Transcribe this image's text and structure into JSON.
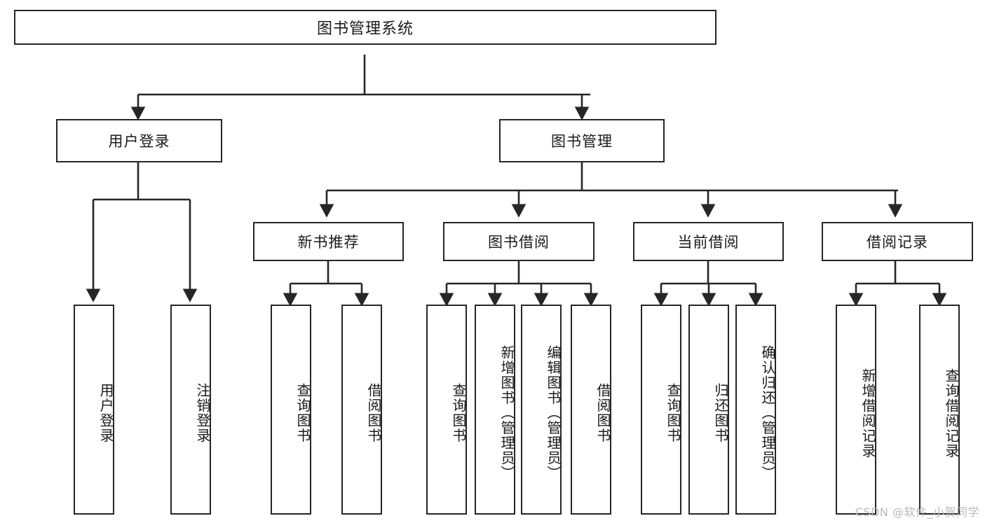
{
  "diagram": {
    "kind": "tree-hierarchy-chart",
    "title": "图书管理系统",
    "watermark": "CSDN @软件_小贺同学",
    "line_color": "#262626",
    "text_color": "#1a1a1a",
    "background": "#ffffff",
    "levels": [
      {
        "level": 1,
        "labels": [
          "图书管理系统"
        ]
      },
      {
        "level": 2,
        "labels": [
          "用户登录",
          "图书管理"
        ]
      },
      {
        "level": 3,
        "labels": [
          "新书推荐",
          "图书借阅",
          "当前借阅",
          "借阅记录"
        ]
      },
      {
        "level": 4,
        "labels": [
          "用户登录",
          "注销登录",
          "查询图书",
          "借阅图书",
          "查询图书",
          "新增图书（管理员）",
          "编辑图书（管理员）",
          "借阅图书",
          "查询图书",
          "归还图书",
          "确认归还（管理员）",
          "新增借阅记录",
          "查询借阅记录"
        ]
      }
    ],
    "nodes": {
      "root": {
        "label": "图书管理系统"
      },
      "user_login": {
        "label": "用户登录"
      },
      "book_mgmt": {
        "label": "图书管理"
      },
      "new_book_rec": {
        "label": "新书推荐"
      },
      "book_borrow": {
        "label": "图书借阅"
      },
      "current_borrow": {
        "label": "当前借阅"
      },
      "borrow_record": {
        "label": "借阅记录"
      },
      "leaf_user_login": {
        "label": "用户登录"
      },
      "leaf_logout": {
        "label": "注销登录"
      },
      "leaf_query_book_1": {
        "label": "查询图书"
      },
      "leaf_borrow_book_1": {
        "label": "借阅图书"
      },
      "leaf_query_book_2": {
        "label": "查询图书"
      },
      "leaf_add_book": {
        "label": "新增图书（管理员）"
      },
      "leaf_edit_book": {
        "label": "编辑图书（管理员）"
      },
      "leaf_borrow_book_2": {
        "label": "借阅图书"
      },
      "leaf_query_book_3": {
        "label": "查询图书"
      },
      "leaf_return_book": {
        "label": "归还图书"
      },
      "leaf_confirm_return": {
        "label": "确认归还（管理员）"
      },
      "leaf_add_record": {
        "label": "新增借阅记录"
      },
      "leaf_query_record": {
        "label": "查询借阅记录"
      }
    },
    "edges": [
      {
        "from": "root",
        "to": "user_login"
      },
      {
        "from": "root",
        "to": "book_mgmt"
      },
      {
        "from": "user_login",
        "to": "leaf_user_login"
      },
      {
        "from": "user_login",
        "to": "leaf_logout"
      },
      {
        "from": "book_mgmt",
        "to": "new_book_rec"
      },
      {
        "from": "book_mgmt",
        "to": "book_borrow"
      },
      {
        "from": "book_mgmt",
        "to": "current_borrow"
      },
      {
        "from": "book_mgmt",
        "to": "borrow_record"
      },
      {
        "from": "new_book_rec",
        "to": "leaf_query_book_1"
      },
      {
        "from": "new_book_rec",
        "to": "leaf_borrow_book_1"
      },
      {
        "from": "book_borrow",
        "to": "leaf_query_book_2"
      },
      {
        "from": "book_borrow",
        "to": "leaf_add_book"
      },
      {
        "from": "book_borrow",
        "to": "leaf_edit_book"
      },
      {
        "from": "book_borrow",
        "to": "leaf_borrow_book_2"
      },
      {
        "from": "current_borrow",
        "to": "leaf_query_book_3"
      },
      {
        "from": "current_borrow",
        "to": "leaf_return_book"
      },
      {
        "from": "current_borrow",
        "to": "leaf_confirm_return"
      },
      {
        "from": "borrow_record",
        "to": "leaf_add_record"
      },
      {
        "from": "borrow_record",
        "to": "leaf_query_record"
      }
    ]
  }
}
